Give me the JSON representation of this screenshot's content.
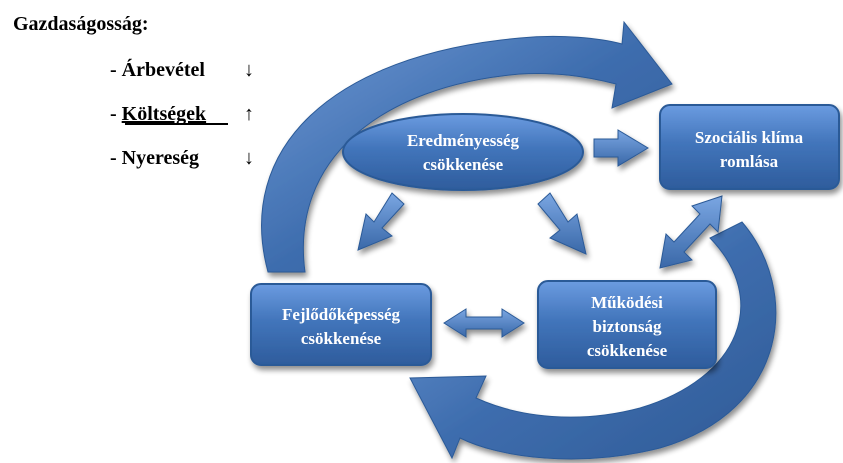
{
  "heading": "Gazdaságosság:",
  "indicators": [
    {
      "prefix": "- ",
      "label": "Árbevétel",
      "underline": false,
      "direction": "down",
      "arrow": "↓"
    },
    {
      "prefix": "- ",
      "label": "Költségek",
      "underline": true,
      "direction": "up",
      "arrow": "↑"
    },
    {
      "prefix": "- ",
      "label": "Nyereség",
      "underline": false,
      "direction": "down",
      "arrow": "↓"
    }
  ],
  "nodes": {
    "eredmenyesseg": {
      "line1": "Eredményesség",
      "line2": "csökkenése"
    },
    "szocialis": {
      "line1": "Szociális klíma",
      "line2": "romlása"
    },
    "fejlodo": {
      "line1": "Fejlődőképesség",
      "line2": "csökkenése"
    },
    "mukodesi": {
      "line1": "Működési",
      "line2": "biztonság",
      "line3": "csökkenése"
    }
  },
  "colors": {
    "node_fill": "#3b6cae",
    "node_fill_light": "#5b8fd3",
    "node_stroke": "#2c5a97",
    "arrow_fill": "#4f7fbf",
    "curve_fill": "#3a6aa9",
    "text_on_node": "#ffffff",
    "text": "#000000"
  }
}
